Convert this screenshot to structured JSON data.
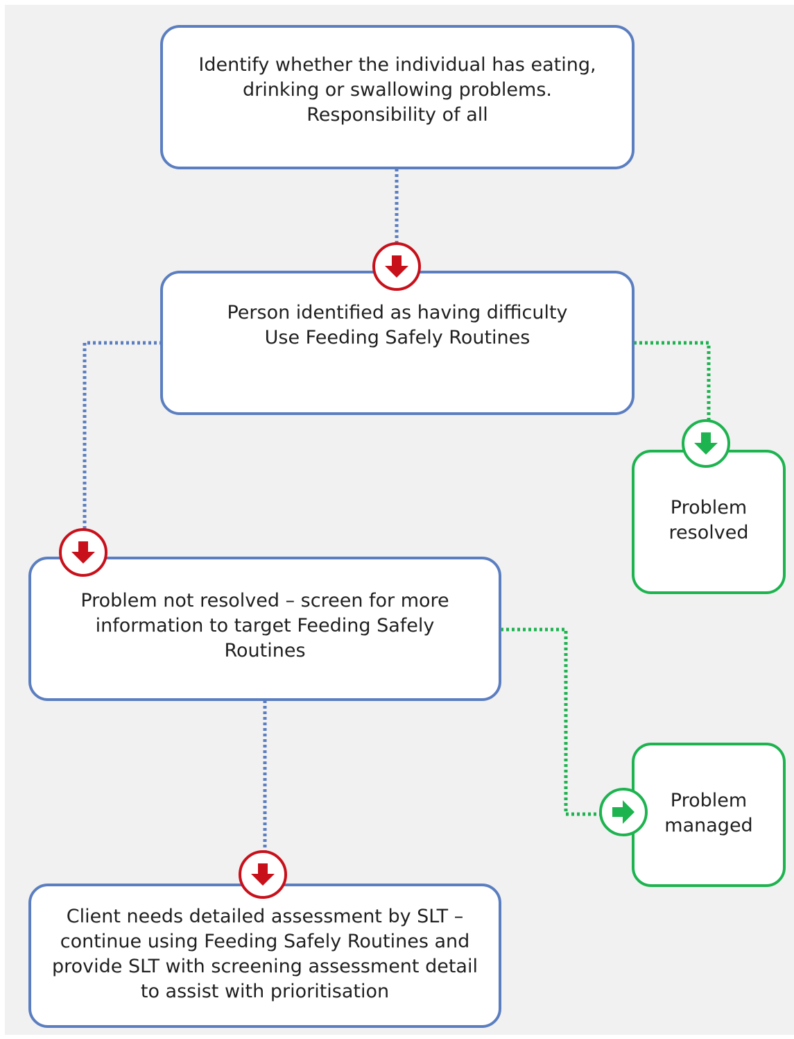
{
  "diagram": {
    "nodes": [
      {
        "id": "identify",
        "text": "Identify whether the individual has eating,\ndrinking or swallowing problems.\nResponsibility of all",
        "kind": "process"
      },
      {
        "id": "difficulty",
        "text": "Person identified as having difficulty\nUse Feeding Safely Routines",
        "kind": "process"
      },
      {
        "id": "resolved",
        "text": "Problem\nresolved",
        "kind": "outcome"
      },
      {
        "id": "not_resolved",
        "text": "Problem not resolved – screen for more\ninformation to target Feeding Safely\nRoutines",
        "kind": "process"
      },
      {
        "id": "managed",
        "text": "Problem\nmanaged",
        "kind": "outcome"
      },
      {
        "id": "slt",
        "text": "Client needs detailed assessment by SLT –\ncontinue using Feeding Safely Routines and\nprovide SLT with screening assessment detail\nto assist with prioritisation",
        "kind": "process"
      }
    ],
    "edges": [
      {
        "from": "identify",
        "to": "difficulty",
        "color": "#5b7ec0",
        "arrow": "down",
        "marker": "red"
      },
      {
        "from": "difficulty",
        "to": "resolved",
        "color": "#1db34f",
        "arrow": "down",
        "marker": "green"
      },
      {
        "from": "difficulty",
        "to": "not_resolved",
        "color": "#5b7ec0",
        "arrow": "down",
        "marker": "red"
      },
      {
        "from": "not_resolved",
        "to": "managed",
        "color": "#1db34f",
        "arrow": "right",
        "marker": "green"
      },
      {
        "from": "not_resolved",
        "to": "slt",
        "color": "#5b7ec0",
        "arrow": "down",
        "marker": "red"
      }
    ],
    "colors": {
      "process_border": "#5b7ec0",
      "outcome_border": "#1db34f",
      "red_marker": "#c8101a",
      "green_marker": "#1db34f",
      "background": "#f1f1f1"
    },
    "icons": {
      "red_marker": "arrow-down-icon",
      "green_down_marker": "arrow-down-icon",
      "green_right_marker": "arrow-right-icon"
    }
  }
}
